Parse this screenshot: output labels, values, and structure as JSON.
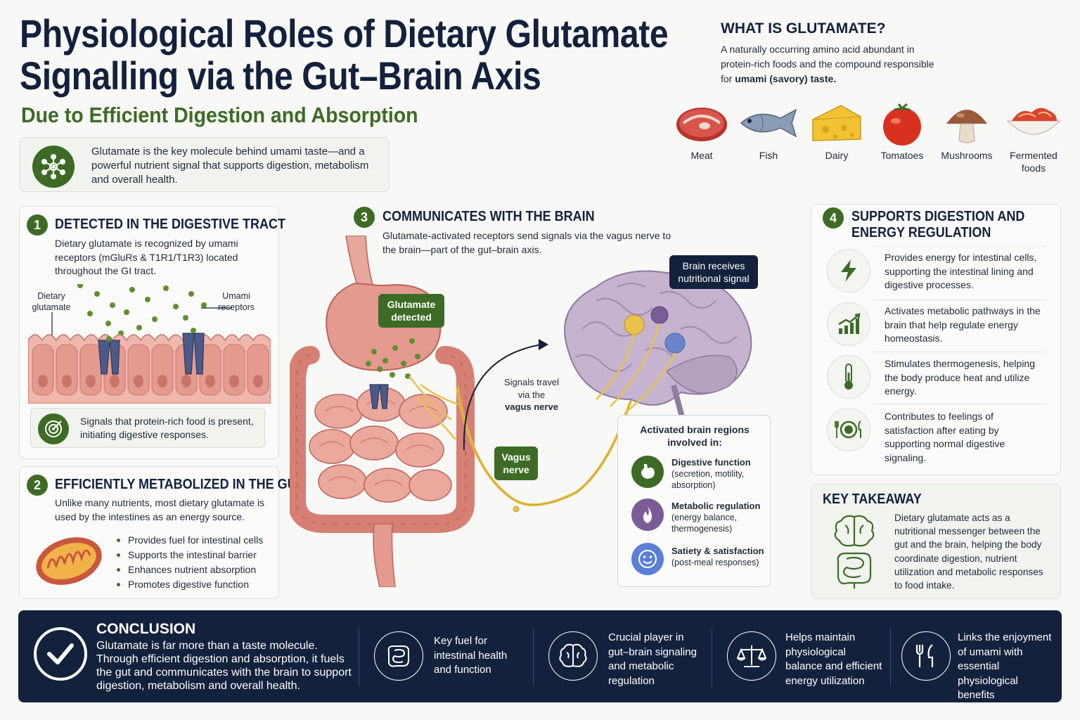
{
  "header": {
    "title_line1": "Physiological Roles of Dietary Glutamate",
    "title_line2": "Signalling via the Gut–Brain Axis",
    "subtitle": "Due to Efficient Digestion and Absorption",
    "intro": "Glutamate is the key molecule behind umami taste—and a powerful nutrient signal that supports digestion, metabolism and overall health."
  },
  "what_is": {
    "title": "WHAT IS GLUTAMATE?",
    "text_plain": "A naturally occurring amino acid abundant in protein-rich foods and the compound responsible for ",
    "text_bold": "umami (savory) taste.",
    "foods": [
      "Meat",
      "Fish",
      "Dairy",
      "Tomatoes",
      "Mushrooms",
      "Fermented foods"
    ]
  },
  "section1": {
    "number": "1",
    "title": "DETECTED IN THE DIGESTIVE TRACT",
    "text": "Dietary glutamate is recognized by umami receptors (mGluRs & T1R1/T1R3) located throughout the GI tract.",
    "label_left": "Dietary glutamate",
    "label_right": "Umami receptors",
    "note": "Signals that protein-rich food is present, initiating digestive responses."
  },
  "section2": {
    "number": "2",
    "title": "EFFICIENTLY METABOLIZED IN THE GUT",
    "text": "Unlike many nutrients, most dietary glutamate is used by the intestines as an energy source.",
    "bullets": [
      "Provides fuel for intestinal cells",
      "Supports the intestinal barrier",
      "Enhances nutrient absorption",
      "Promotes digestive function"
    ]
  },
  "section3": {
    "number": "3",
    "title": "COMMUNICATES WITH THE BRAIN",
    "text": "Glutamate-activated receptors send signals via the vagus nerve to the brain—part of the gut–brain axis.",
    "tag_detected": "Glutamate detected",
    "signals_line1": "Signals travel",
    "signals_line2": "via the",
    "signals_line3": "vagus nerve",
    "tag_vagus": "Vagus nerve",
    "tag_brain": "Brain receives nutritional signal",
    "regions_title": "Activated brain regions involved in:",
    "regions": [
      {
        "name": "Digestive function",
        "detail": "(secretion, motility, absorption)"
      },
      {
        "name": "Metabolic regulation",
        "detail": "(energy balance, thermogenesis)"
      },
      {
        "name": "Satiety & satisfaction",
        "detail": "(post-meal responses)"
      }
    ]
  },
  "section4": {
    "number": "4",
    "title_line1": "SUPPORTS DIGESTION AND",
    "title_line2": "ENERGY REGULATION",
    "items": [
      "Provides energy for intestinal cells, supporting the intestinal lining and digestive processes.",
      "Activates metabolic pathways in the brain that help regulate energy homeostasis.",
      "Stimulates thermogenesis, helping the body produce heat and utilize energy.",
      "Contributes to feelings of satisfaction after eating by supporting normal digestive signaling."
    ]
  },
  "takeaway": {
    "title": "KEY TAKEAWAY",
    "text": "Dietary glutamate acts as a nutritional messenger between the gut and the brain, helping the body coordinate digestion, nutrient utilization and metabolic responses to food intake."
  },
  "conclusion": {
    "title": "CONCLUSION",
    "text": "Glutamate is far more than a taste molecule. Through efficient digestion and absorption, it fuels the gut and communicates with the brain to support digestion, metabolism and overall health.",
    "points": [
      "Key fuel for intestinal health and function",
      "Crucial player in gut–brain signaling and metabolic regulation",
      "Helps maintain physiological balance and efficient energy utilization",
      "Links the enjoyment of umami with essential physiological benefits"
    ]
  },
  "colors": {
    "navy": "#14213d",
    "green": "#3d6b25",
    "gut_pink": "#e59a8f",
    "brain_lilac": "#c5b3cf",
    "nerve_yellow": "#e9c24a"
  }
}
